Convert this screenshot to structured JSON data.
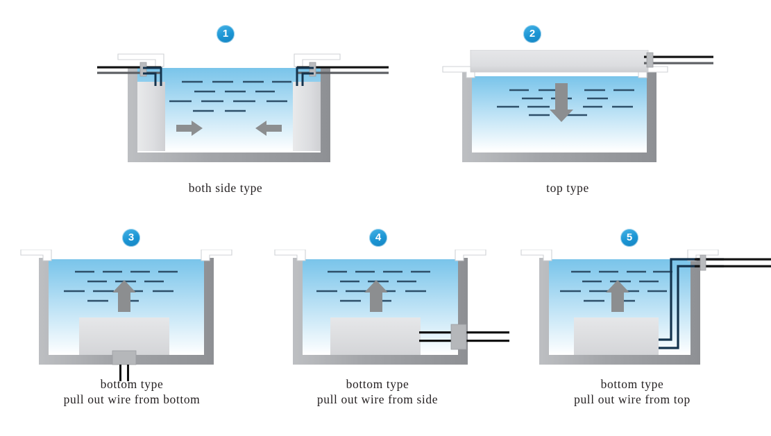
{
  "page": {
    "background": "#ffffff",
    "badge_color": "#1b9ad8",
    "water_top_color": "#7ec7ec",
    "water_bottom_color": "#ffffff",
    "tank_wall_color": "#9a9b9f",
    "sensor_body_color": "#dcdddf",
    "cable_color": "#111111",
    "probe_cable_color": "#12304a",
    "ripple_color": "#2b4d66",
    "arrow_color": "#8a8c8e"
  },
  "diagrams": [
    {
      "number": "1",
      "caption": "both side type",
      "mount": "both-side",
      "arrow_direction": "inward",
      "wire_exit": "both sides",
      "probe_count": 2
    },
    {
      "number": "2",
      "caption": "top type",
      "mount": "top",
      "arrow_direction": "down",
      "wire_exit": "right side of lid",
      "probe_count": 1
    },
    {
      "number": "3",
      "caption": "bottom  type\npull out wire from bottom",
      "mount": "bottom",
      "arrow_direction": "up",
      "wire_exit": "bottom",
      "probe_count": 1
    },
    {
      "number": "4",
      "caption": "bottom type\npull out wire from side",
      "mount": "bottom",
      "arrow_direction": "up",
      "wire_exit": "side",
      "probe_count": 1
    },
    {
      "number": "5",
      "caption": "bottom type\npull out wire from top",
      "mount": "bottom",
      "arrow_direction": "up",
      "wire_exit": "top",
      "probe_count": 1
    }
  ]
}
